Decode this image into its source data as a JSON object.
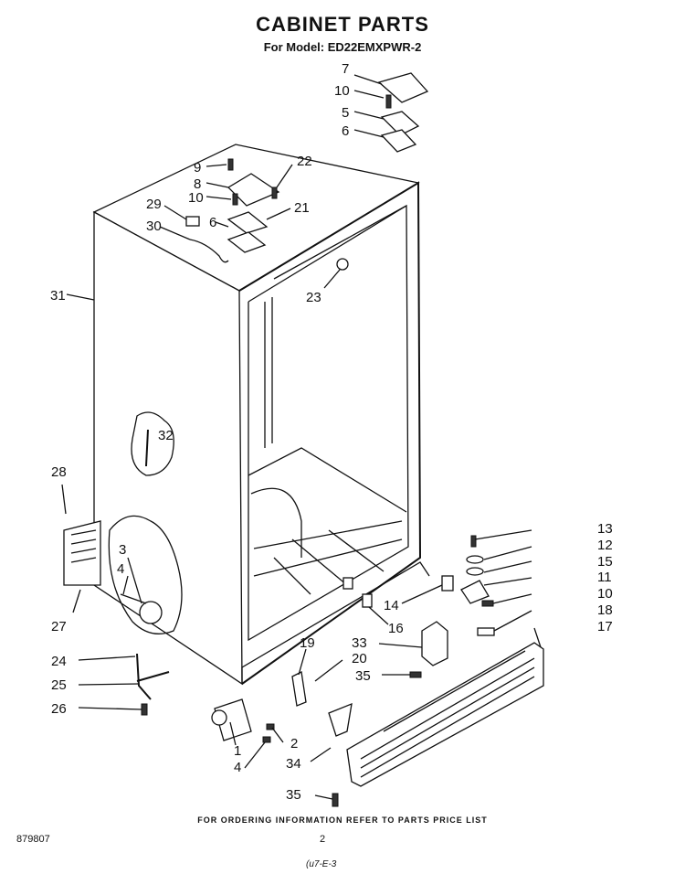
{
  "header": {
    "title": "CABINET PARTS",
    "model_line": "For Model: ED22EMXPWR-2"
  },
  "footer": {
    "order_note": "FOR ORDERING INFORMATION REFER TO PARTS PRICE LIST",
    "doc_code": "879807",
    "page_number": "2",
    "scrawl": "(u7-E-3"
  },
  "callouts": {
    "c1": "1",
    "c2": "2",
    "c3": "3",
    "c4": "4",
    "c4b": "4",
    "c5": "5",
    "c6": "6",
    "c6b": "6",
    "c7": "7",
    "c8": "8",
    "c9": "9",
    "c10": "10",
    "c10b": "10",
    "c10c": "10",
    "c11": "11",
    "c12": "12",
    "c13": "13",
    "c14": "14",
    "c15": "15",
    "c16": "16",
    "c17": "17",
    "c18": "18",
    "c19": "19",
    "c20": "20",
    "c21": "21",
    "c22": "22",
    "c23": "23",
    "c24": "24",
    "c25": "25",
    "c26": "26",
    "c27": "27",
    "c28": "28",
    "c29": "29",
    "c30": "30",
    "c31": "31",
    "c32": "32",
    "c33": "33",
    "c34": "34",
    "c35": "35",
    "c35b": "35"
  }
}
